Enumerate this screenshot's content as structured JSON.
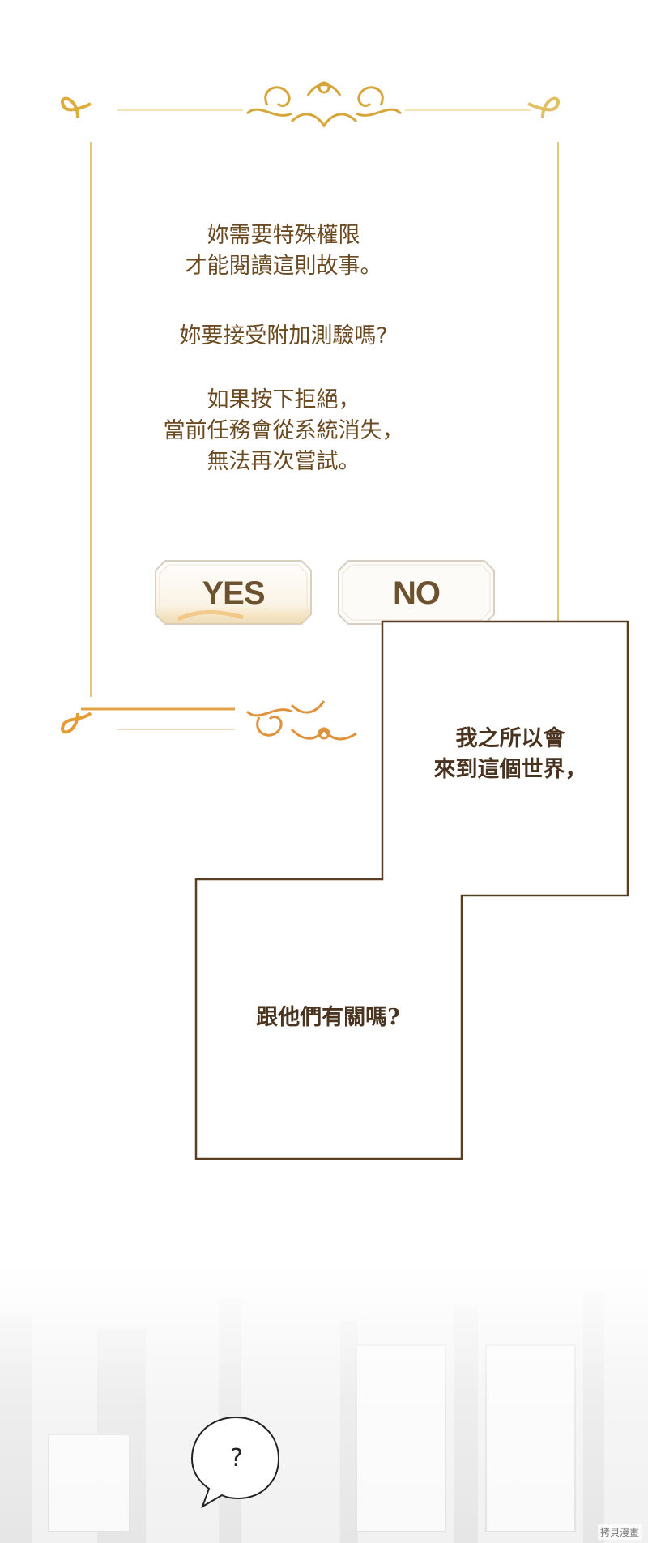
{
  "dialog": {
    "paragraph1": [
      "妳需要特殊權限",
      "才能閱讀這則故事。"
    ],
    "paragraph2": [
      "妳要接受附加測驗嗎?"
    ],
    "paragraph3": [
      "如果按下拒絕，",
      "當前任務會從系統消失，",
      "無法再次嘗試。"
    ],
    "yes_label": "YES",
    "no_label": "NO"
  },
  "narration": {
    "box1": [
      "我之所以會",
      "來到這個世界，"
    ],
    "box2": [
      "跟他們有關嗎?"
    ]
  },
  "speech_bubble": {
    "text": "?"
  },
  "watermark": {
    "text": "拷貝漫畫"
  },
  "colors": {
    "gold": "#c99a2e",
    "gold_light": "#e8c66a",
    "dialog_text": "#6b4a22",
    "narration_text": "#4a3420",
    "border_brown": "#5a3e22"
  }
}
